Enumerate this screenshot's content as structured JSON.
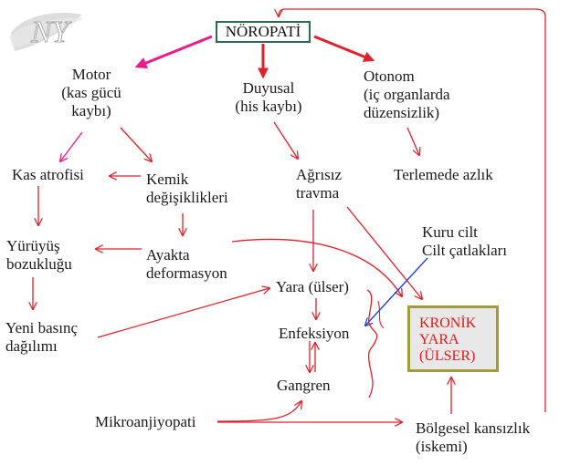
{
  "colors": {
    "red_arrow": "#e0202a",
    "magenta_arrow": "#ea1a8a",
    "blue_arrow": "#1a3fd0",
    "title_border": "#2f6b4e",
    "kronik_border": "#a39a3a",
    "kronik_text": "#e01818",
    "kronik_fill": "#e8e8e8"
  },
  "logo": {
    "text": "NY"
  },
  "title": "NÖROPATİ",
  "nodes": {
    "motor": "Motor\n(kas gücü\nkaybı)",
    "duyusal": "Duyusal\n(his kaybı)",
    "otonom": "Otonom\n(iç organlarda\ndüzensizlik)",
    "kas_atrofisi": "Kas atrofisi",
    "kemik": "Kemik\ndeğişiklikleri",
    "agrisiz": "Ağrısız\ntravma",
    "terlemede": "Terlemede azlık",
    "yuruyus": "Yürüyüş\nbozukluğu",
    "ayakta": "Ayakta\ndeformasyon",
    "kuru_cilt": "Kuru cilt\nCilt çatlakları",
    "yara": "Yara (ülser)",
    "yeni_basinc": "Yeni basınç\ndağılımı",
    "enfeksiyon": "Enfeksiyon",
    "gangren": "Gangren",
    "mikroanjiyopati": "Mikroanjiyopati",
    "bolgesel": "Bölgesel kansızlık\n(iskemi)"
  },
  "kronik": "KRONİK\nYARA\n(ÜLSER)"
}
